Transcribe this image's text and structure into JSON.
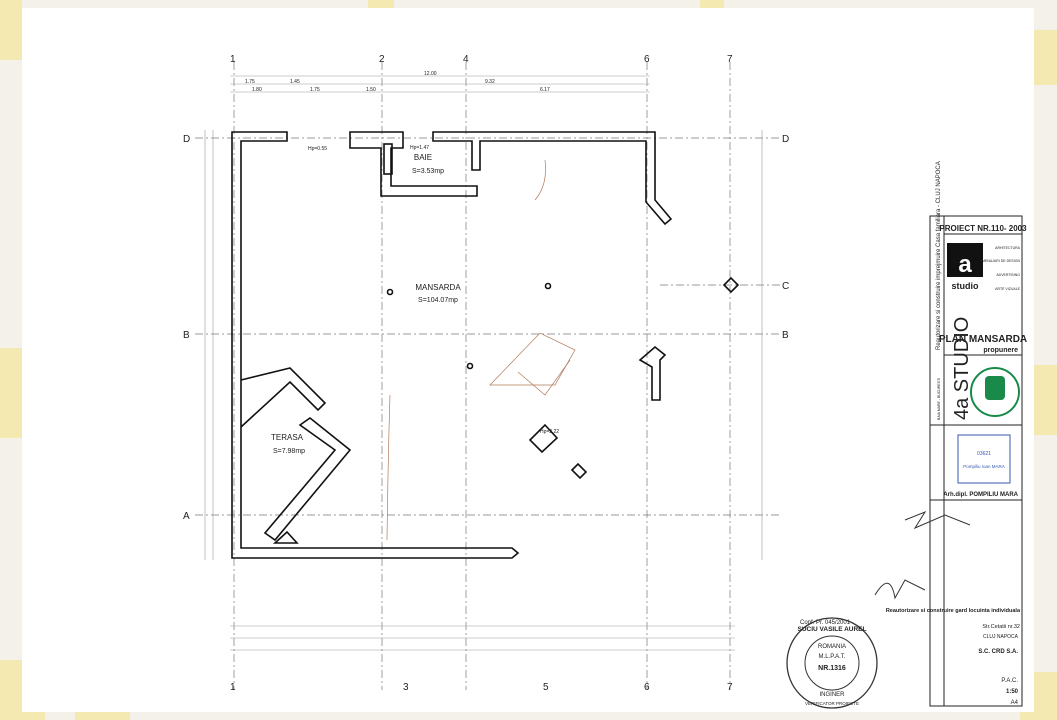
{
  "drawing": {
    "axes_columns": [
      "1",
      "2",
      "4",
      "6",
      "7"
    ],
    "axes_rows": [
      "D",
      "C",
      "B",
      "A"
    ],
    "rooms": [
      {
        "name": "BAIE",
        "area": "S=3.53mp"
      },
      {
        "name": "MANSARDA",
        "area": "S=104.07mp"
      },
      {
        "name": "TERASA",
        "area": "S=7.98mp"
      }
    ],
    "dimensions_top": [
      "12.00",
      "9.32",
      "6.17",
      "1.75",
      "1.45",
      "1.80",
      "1.75",
      "1.50"
    ],
    "heights": [
      "Hp=0.55",
      "Hp=1.47",
      "Hp=2.22"
    ]
  },
  "title_block": {
    "project_number": "PROIECT NR.110- 2003",
    "project_name": "Reautorizare si construire imprejmuire Casa familiara - CLUJ NAPOCA",
    "studio_logo": "4a studio",
    "disciplines": [
      "ARHITECTURA",
      "AMENAJARI DE DESIGN",
      "ADVERTISING",
      "ARTE VIZUALE"
    ],
    "sheet_title": "PLAN MANSARDA",
    "sheet_subtitle": "propunere",
    "studio_name": "4a STUDIO",
    "city": "BAIA MARE - BUCURESTI",
    "architect": "Arh.dipl. POMPILIU MARA",
    "architect_stamp": "Pompiliu Ioan MARA",
    "architect_stamp_number": "03621",
    "description": "Reautorizare si construire gard locuinta individuala",
    "address": "Str.Cetatii nr.32",
    "location": "CLUJ NAPOCA",
    "beneficiary": "S.C. CRD S.A.",
    "phase": "P.A.C.",
    "scale": "1:50",
    "format": "A4"
  },
  "verifier_stamp": {
    "note": "Conf. Pr. 045/2001",
    "name": "SUCIU VASILE AUREL",
    "country": "ROMANIA",
    "authority": "M.L.P.A.T.",
    "number": "NR.1316",
    "role": "INGINER",
    "role2": "VERIFICATOR PROIECTE"
  },
  "colors": {
    "paper": "#ffffff",
    "ink": "#222222",
    "tape": "#f3e7a6",
    "logo_green": "#1a8a4a"
  }
}
